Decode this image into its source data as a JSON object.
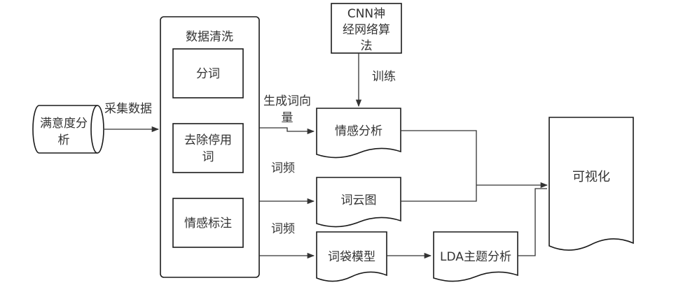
{
  "nodes": {
    "satisfaction": {
      "line1": "满意度分",
      "line2": "析"
    },
    "cleaning": {
      "title": "数据清洗"
    },
    "segment": {
      "label": "分词"
    },
    "stopwords": {
      "line1": "去除停用",
      "line2": "词"
    },
    "annotate": {
      "label": "情感标注"
    },
    "cnn": {
      "line1": "CNN神",
      "line2": "经网络算",
      "line3": "法"
    },
    "sentiment": {
      "label": "情感分析"
    },
    "wordcloud": {
      "label": "词云图"
    },
    "bow": {
      "label": "词袋模型"
    },
    "lda": {
      "label": "LDA主题分析"
    },
    "visualize": {
      "label": "可视化"
    }
  },
  "edges": {
    "collect": "采集数据",
    "train": "训练",
    "vector": {
      "line1": "生成词向",
      "line2": "量"
    },
    "freq1": "词频",
    "freq2": "词频"
  },
  "colors": {
    "stroke": "#1a1a1a",
    "edge": "#333333",
    "text": "#333333",
    "background": "#ffffff"
  }
}
